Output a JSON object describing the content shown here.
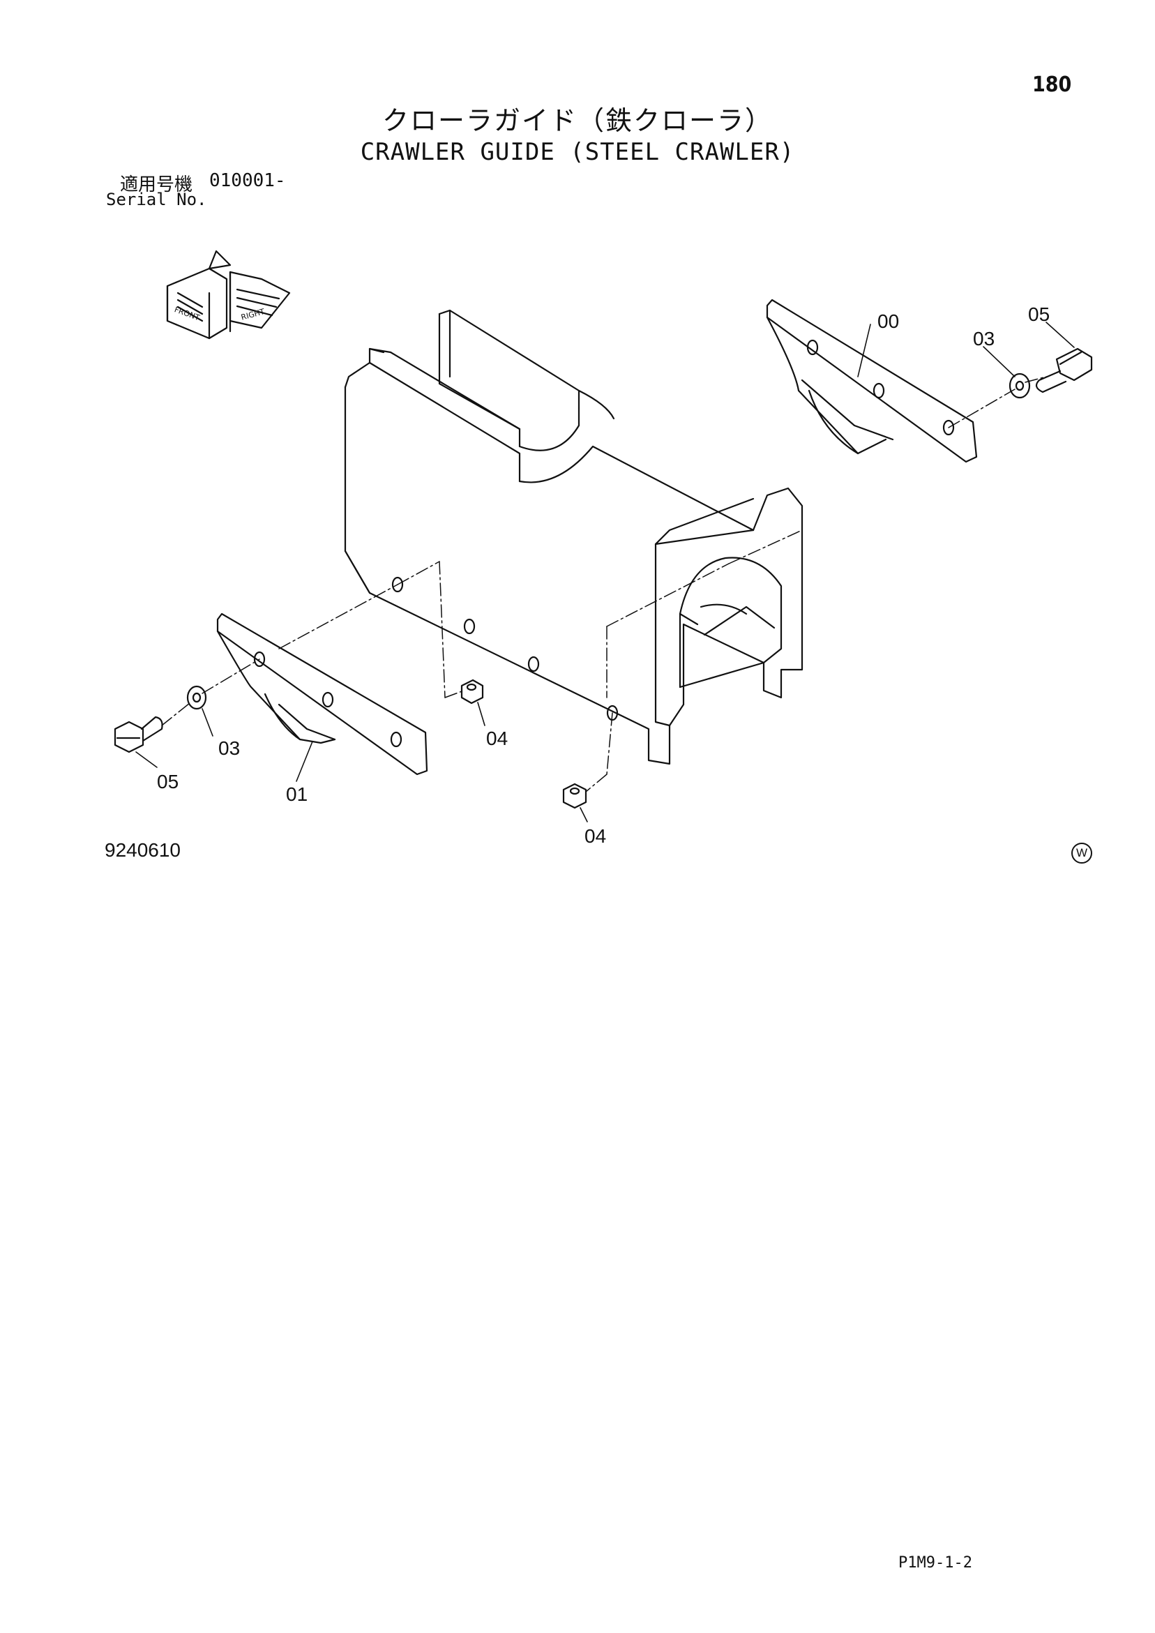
{
  "header": {
    "page_number": "180",
    "title_jp": "クローラガイド（鉄クローラ）",
    "title_en": "CRAWLER GUIDE (STEEL CRAWLER)"
  },
  "serial": {
    "label_jp": "適用号機",
    "value": "010001-",
    "label_en": "Serial No."
  },
  "orientation_icon": {
    "name": "front-right-orientation-icon",
    "text": [
      "FRONT",
      "RIGHT"
    ]
  },
  "callouts": [
    {
      "id": "00",
      "label": "00"
    },
    {
      "id": "03-right",
      "label": "03"
    },
    {
      "id": "05-right",
      "label": "05"
    },
    {
      "id": "01",
      "label": "01"
    },
    {
      "id": "03-left",
      "label": "03"
    },
    {
      "id": "05-left",
      "label": "05"
    },
    {
      "id": "04-center",
      "label": "04"
    },
    {
      "id": "04-bottom",
      "label": "04"
    }
  ],
  "footer": {
    "drawing_number": "9240610",
    "w_mark": "W",
    "page_code": "P1M9-1-2"
  }
}
